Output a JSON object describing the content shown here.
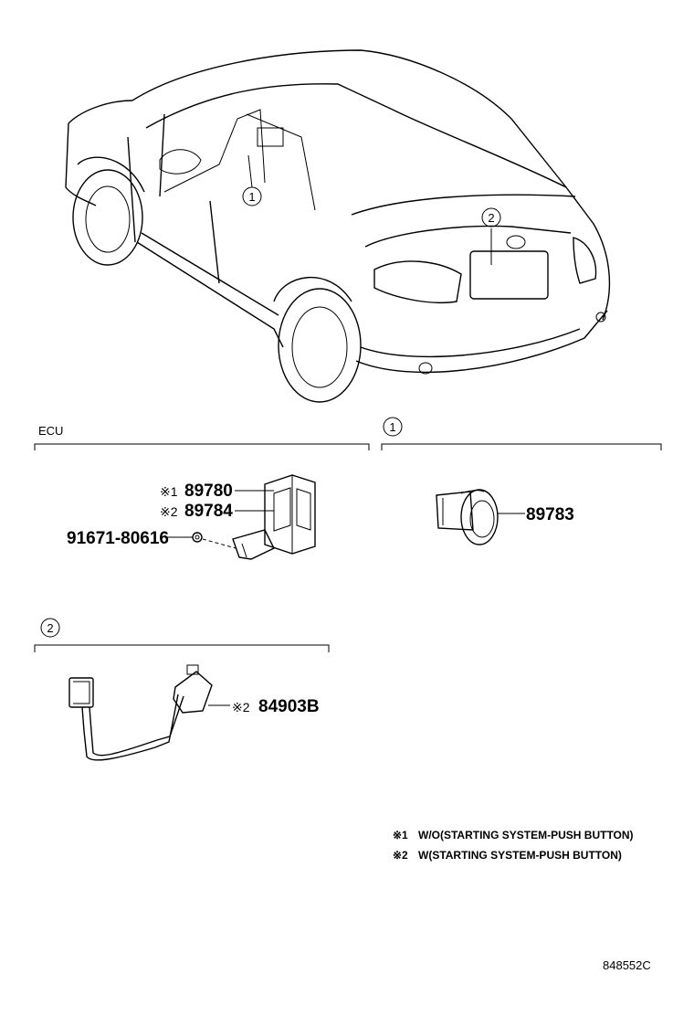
{
  "sections": {
    "ecu": {
      "label": "ECU"
    },
    "callout1": {
      "label": "1"
    },
    "callout2": {
      "label": "2"
    }
  },
  "car_callouts": [
    {
      "number": "1"
    },
    {
      "number": "2"
    }
  ],
  "parts": {
    "ecu_part_1": {
      "mark": "※1",
      "number": "89780"
    },
    "ecu_part_2": {
      "mark": "※2",
      "number": "89784"
    },
    "screw": {
      "number": "91671-80616"
    },
    "immobilizer_amp": {
      "number": "89783"
    },
    "harness": {
      "mark": "※2",
      "number": "84903B"
    }
  },
  "notes": [
    {
      "mark": "※1",
      "text": "W/O(STARTING SYSTEM-PUSH BUTTON)"
    },
    {
      "mark": "※2",
      "text": "W(STARTING SYSTEM-PUSH BUTTON)"
    }
  ],
  "drawing_code": "848552C"
}
